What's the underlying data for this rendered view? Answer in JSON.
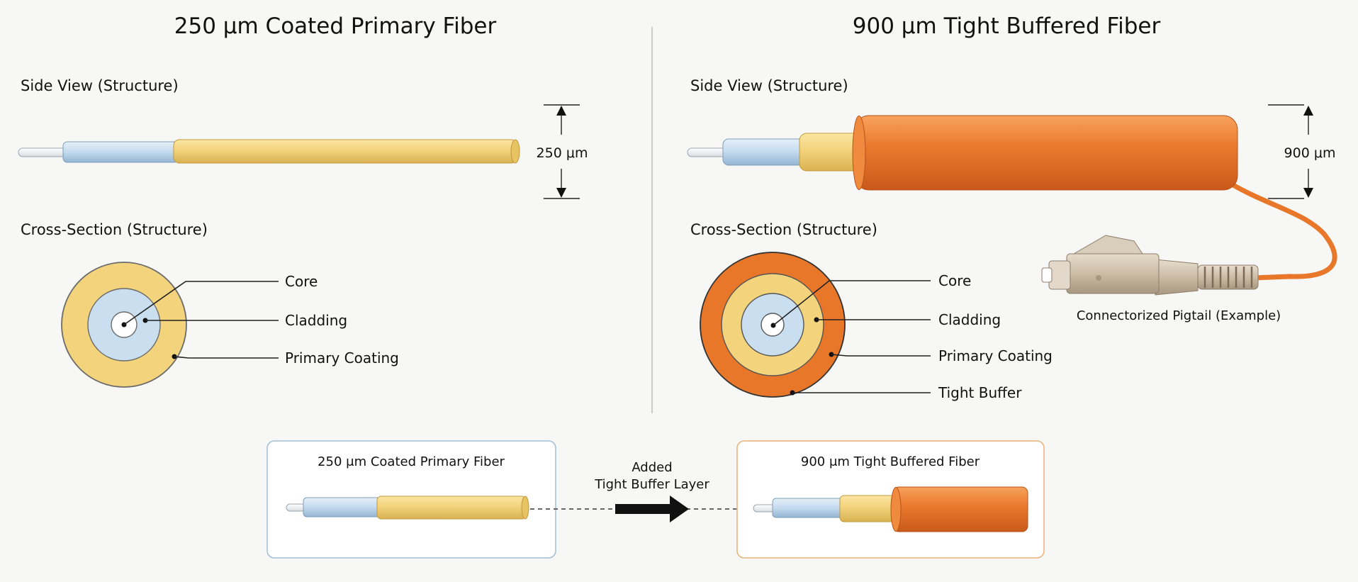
{
  "left": {
    "title": "250 μm Coated Primary Fiber",
    "side_view_label": "Side View (Structure)",
    "dimension": "250 μm",
    "cross_section_label": "Cross-Section (Structure)",
    "layers": [
      "Core",
      "Cladding",
      "Primary Coating"
    ]
  },
  "right": {
    "title": "900 μm Tight Buffered Fiber",
    "side_view_label": "Side View (Structure)",
    "dimension": "900 μm",
    "cross_section_label": "Cross-Section (Structure)",
    "layers": [
      "Core",
      "Cladding",
      "Primary Coating",
      "Tight Buffer"
    ],
    "connector_caption": "Connectorized Pigtail (Example)"
  },
  "comparison": {
    "left_box_title": "250 μm Coated Primary Fiber",
    "arrow_label_line1": "Added",
    "arrow_label_line2": "Tight Buffer Layer",
    "right_box_title": "900 μm Tight Buffered Fiber"
  },
  "colors": {
    "core": "#ffffff",
    "cladding": "#c9dff0",
    "primary_coating": "#f3d37c",
    "tight_buffer": "#e9772a",
    "left_box_border": "#9fbfd9",
    "right_box_border": "#e8b27a",
    "connector": "#cfc1ad"
  }
}
